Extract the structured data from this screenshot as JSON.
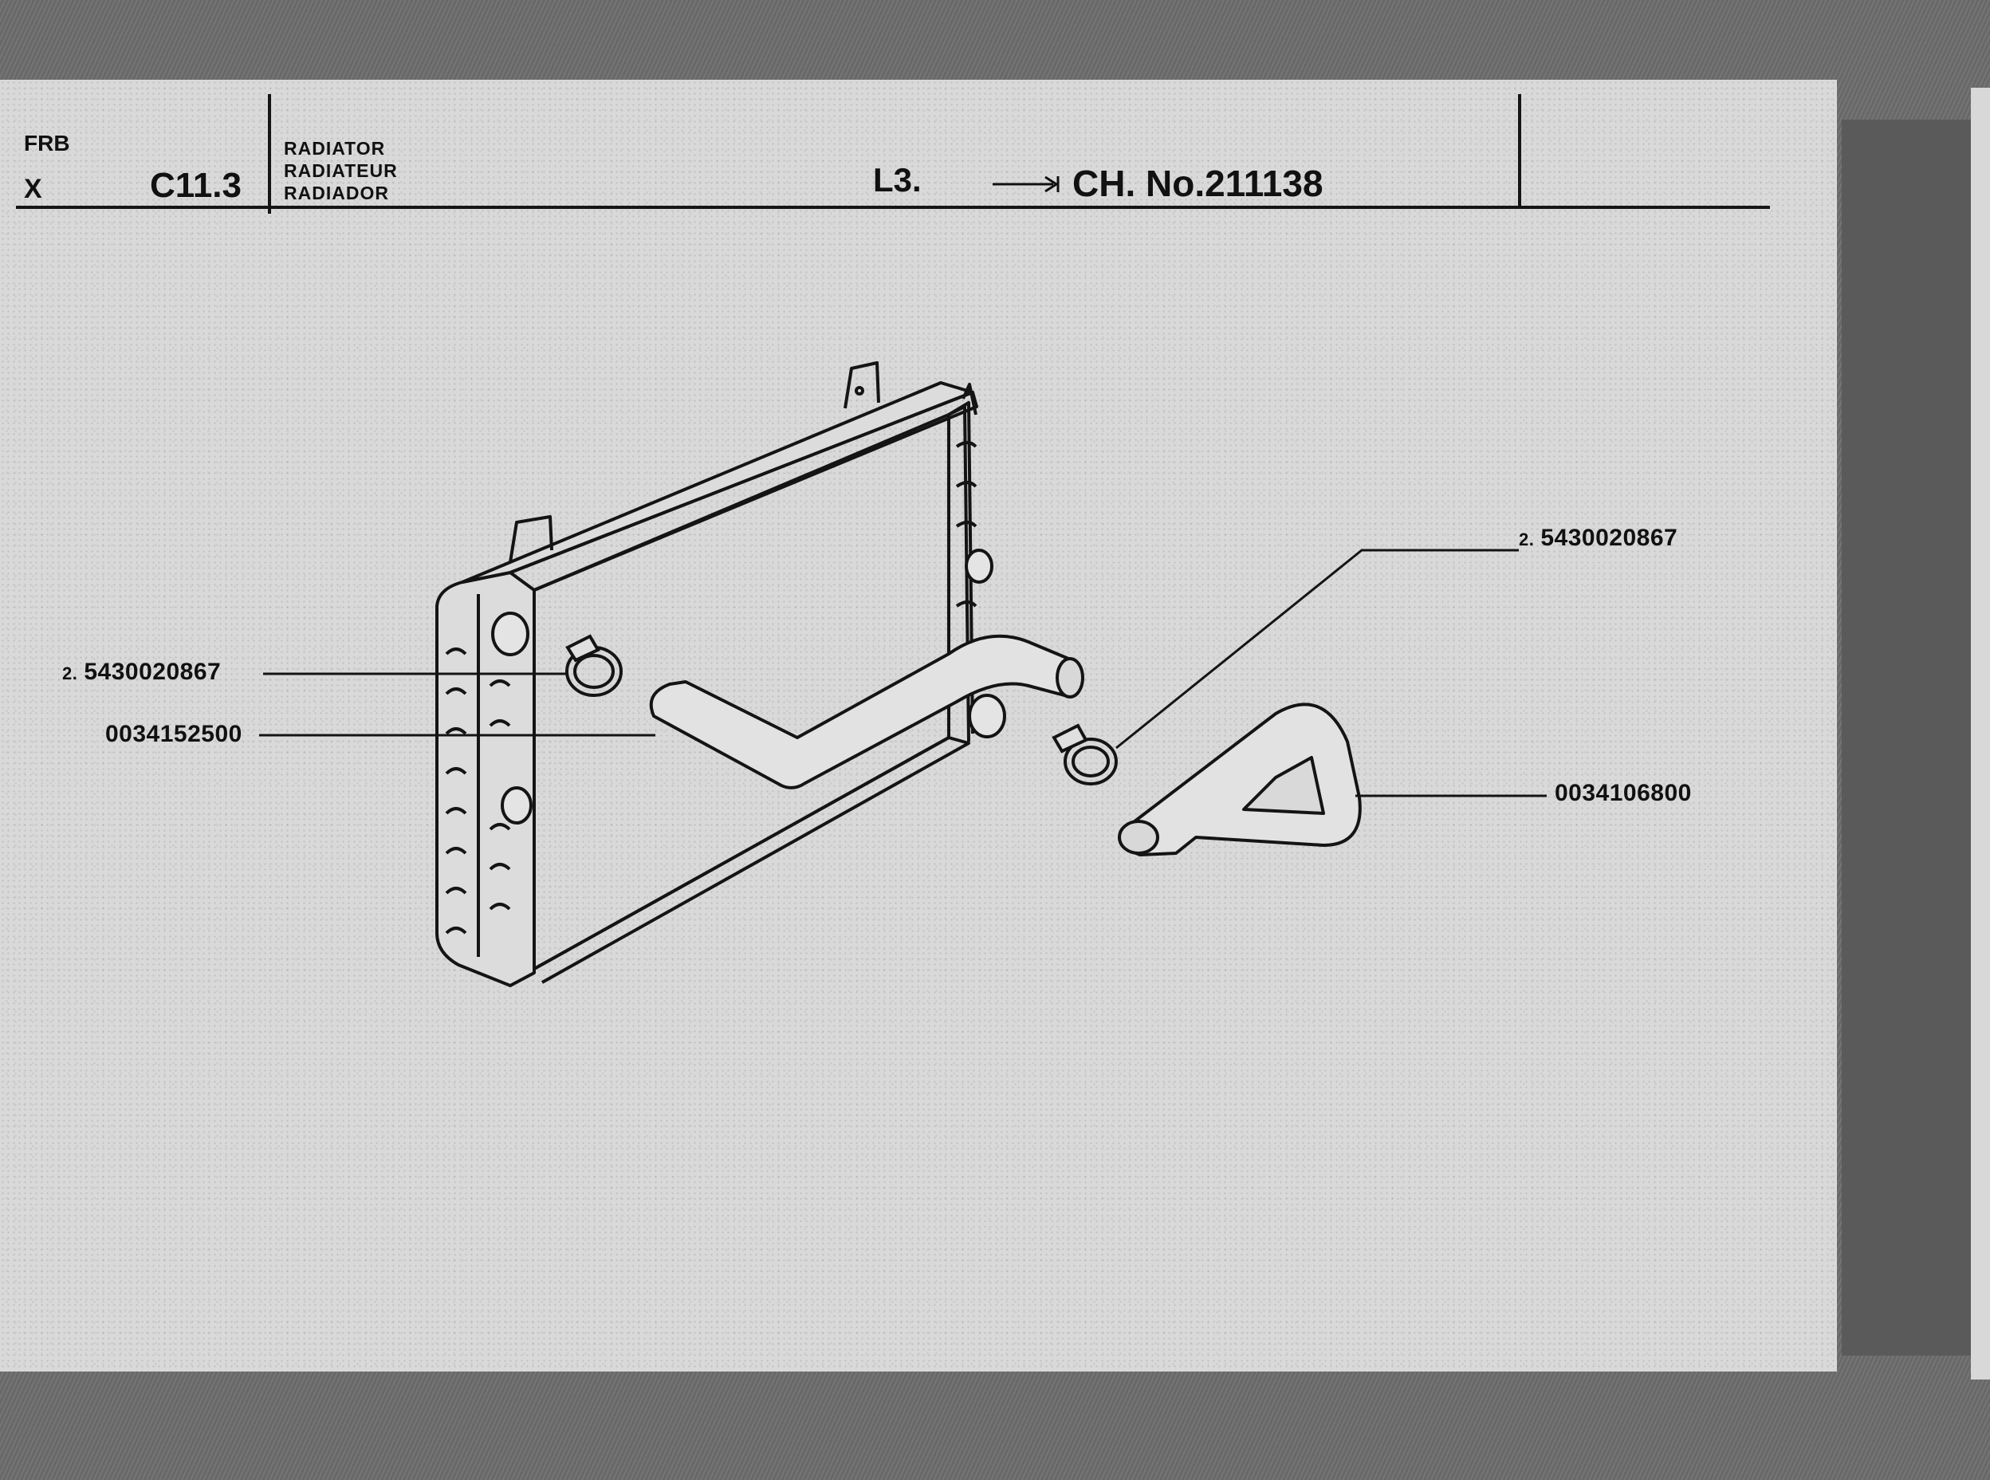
{
  "header": {
    "lang_top": "FRB",
    "lang_bottom": "X",
    "section_code": "C11.3",
    "titles": [
      "RADIATOR",
      "RADIATEUR",
      "RADIADOR"
    ],
    "model": "L3.",
    "arrow_symbol": "⟶",
    "chassis": "CH. No.211138"
  },
  "callouts": [
    {
      "qty": "2.",
      "part": "5430020867"
    },
    {
      "qty": "",
      "part": "0034152500"
    },
    {
      "qty": "2.",
      "part": "5430020867"
    },
    {
      "qty": "",
      "part": "0034106800"
    }
  ],
  "icons": [
    "radiator-icon",
    "upper-hose-icon",
    "lower-hose-icon",
    "hose-clamp-icon"
  ]
}
